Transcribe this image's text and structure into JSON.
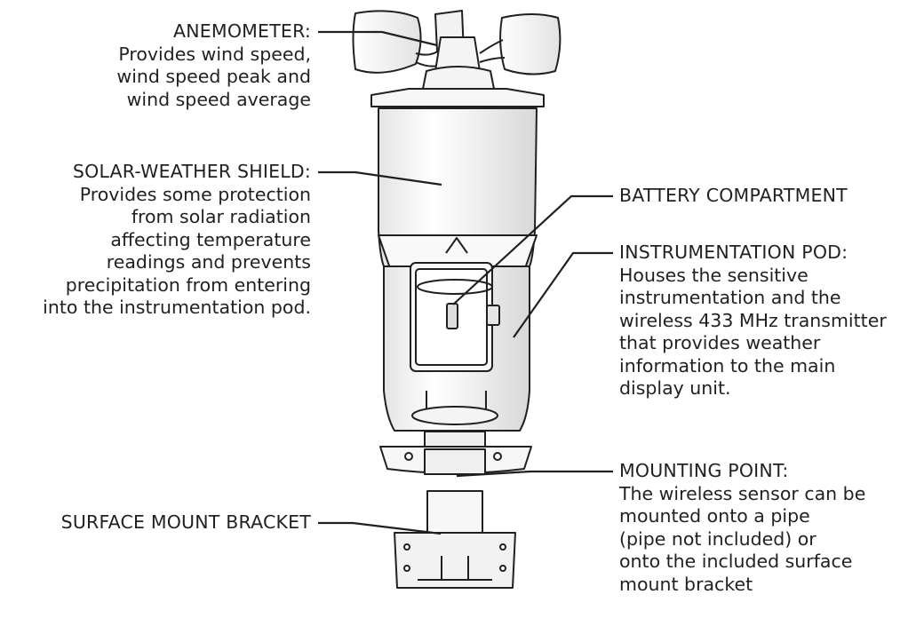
{
  "labels": {
    "anemometer": {
      "title": "ANEMOMETER:",
      "lines": [
        "Provides wind speed,",
        "wind speed peak and",
        "wind speed average"
      ]
    },
    "solar_shield": {
      "title": "SOLAR-WEATHER SHIELD:",
      "lines": [
        "Provides some protection",
        "from solar radiation",
        "affecting temperature",
        "readings and prevents",
        "precipitation from entering",
        "into the instrumentation pod."
      ]
    },
    "battery": {
      "title": "BATTERY COMPARTMENT"
    },
    "instrumentation_pod": {
      "title": "INSTRUMENTATION POD:",
      "lines": [
        "Houses the sensitive",
        "instrumentation and the",
        "wireless 433 MHz transmitter",
        "that provides weather",
        "information to the main",
        "display unit."
      ]
    },
    "mounting_point": {
      "title": "MOUNTING POINT:",
      "lines": [
        "The wireless sensor can be",
        "mounted onto a pipe",
        "(pipe not included) or",
        "onto the included surface",
        "mount bracket"
      ]
    },
    "bracket": {
      "title": "SURFACE MOUNT BRACKET"
    }
  },
  "colors": {
    "stroke": "#231f20",
    "fill": "#ffffff",
    "shade": "#ececec"
  }
}
